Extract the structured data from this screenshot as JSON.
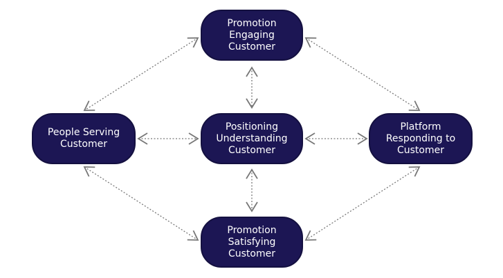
{
  "nodes": {
    "top": [
      "Promotion",
      "Engaging",
      "Customer"
    ],
    "center": [
      "Positioning",
      "Understanding",
      "Customer"
    ],
    "bottom": [
      "Promotion",
      "Satisfying",
      "Customer"
    ],
    "left": [
      "People Serving",
      "Customer"
    ],
    "right": [
      "Platform",
      "Responding to",
      "Customer"
    ]
  },
  "colors": {
    "node_fill": "#1c1654",
    "arrow": "#777777"
  }
}
